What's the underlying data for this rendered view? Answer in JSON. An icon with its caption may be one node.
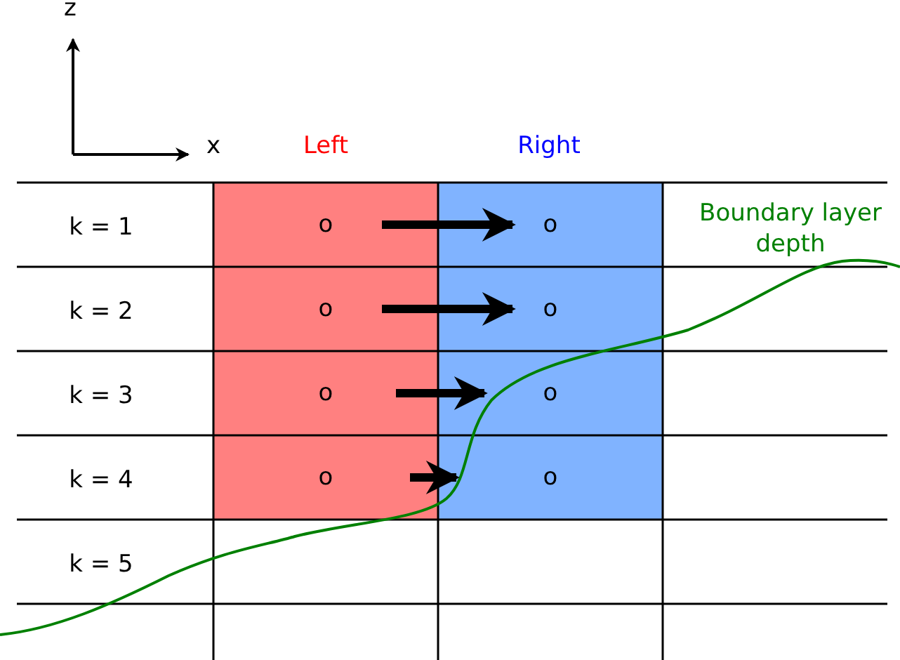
{
  "diagram": {
    "labels": [
      "z",
      "x",
      "Left",
      "Right",
      "k = 1",
      "o",
      "o",
      "Boundary layer depth",
      "k = 2",
      "o",
      "o",
      "k = 3",
      "o",
      "o",
      "k = 4",
      "o",
      "o",
      "k = 5"
    ]
  }
}
